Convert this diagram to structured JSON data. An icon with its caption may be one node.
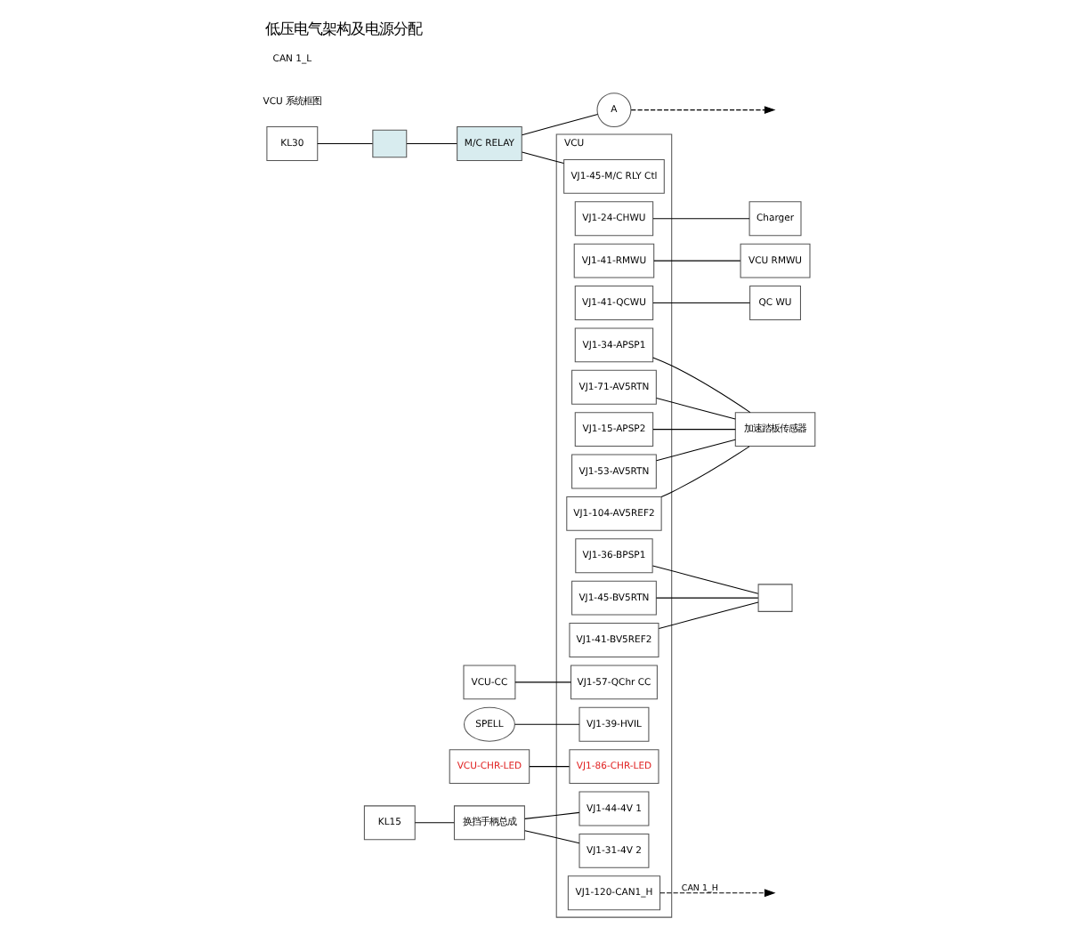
{
  "diagram": {
    "title": "低压电气架构及电源分配",
    "nodes": [
      {
        "text": [
          "KL30"
        ]
      },
      {
        "text": [
          "M/C RELAY"
        ]
      },
      {
        "text": [],
        "shape": "box"
      },
      {
        "text": [
          "A"
        ]
      },
      {
        "text": [
          "VCU"
        ]
      },
      {
        "text": [
          "VJ1-45-M/C RLY Ctl"
        ],
        "in": 4
      },
      {
        "text": [
          "VJ1-24-CHWU"
        ],
        "in": 4
      },
      {
        "text": [
          "VJ1-41-RMWU"
        ],
        "in": 4
      },
      {
        "text": [
          "VJ1-41-QCWU"
        ],
        "in": 4
      },
      {
        "text": [
          "VJ1-34-APSP1"
        ],
        "in": 4
      },
      {
        "text": [
          "VJ1-71-AV5RTN"
        ],
        "in": 4
      },
      {
        "text": [
          "VJ1-15-APSP2"
        ],
        "in": 4
      },
      {
        "text": [
          "VJ1-53-AV5RTN"
        ],
        "in": 4
      },
      {
        "text": [
          "VJ1-104-AV5REF2"
        ],
        "in": 4
      },
      {
        "text": [
          "VJ1-36-BPSP1"
        ],
        "in": 4
      },
      {
        "text": [
          "VJ1-45-BV5RTN"
        ],
        "in": 4
      },
      {
        "text": [
          "VJ1-41-BV5REF2"
        ],
        "in": 4
      },
      {
        "text": [
          "VJ1-57-QChr CC"
        ],
        "in": 4
      },
      {
        "text": [
          "VJ1-39-HVIL"
        ],
        "in": 4
      },
      {
        "text": [
          "VJ1-86-CHR-LED"
        ],
        "in": 4
      },
      {
        "text": [
          "VJ1-44-4V 1"
        ],
        "in": 4
      },
      {
        "text": [
          "VJ1-31-4V 2"
        ],
        "in": 4
      },
      {
        "text": [
          "VJ1-120-CAN1_H"
        ],
        "in": 4
      },
      {
        "text": [
          "Charger"
        ]
      },
      {
        "text": [
          "VCU RMWU"
        ]
      },
      {
        "text": [
          "QC WU"
        ]
      },
      {
        "text": [
          "加速踏板传感器"
        ]
      },
      {
        "text": [],
        "shape": "box"
      },
      {
        "text": [
          "VCU-CC"
        ]
      },
      {
        "text": [
          "SPELL"
        ]
      },
      {
        "text": [
          "VCU-CHR-LED"
        ]
      },
      {
        "text": [
          "换挡手柄总成"
        ]
      },
      {
        "text": [
          "KL15"
        ]
      }
    ],
    "edges": [
      {
        "from": 0,
        "to": 2,
        "arrow": "none"
      },
      {
        "from": 2,
        "to": 1,
        "arrow": "none"
      },
      {
        "from": 1,
        "to": 5,
        "arrow": "none"
      },
      {
        "from": 1,
        "to": 3,
        "arrow": "none"
      },
      {
        "from": 3,
        "to": null,
        "arrow": "to",
        "style": "dashed"
      },
      {
        "from": 6,
        "to": 23,
        "arrow": "none"
      },
      {
        "from": 7,
        "to": 24,
        "arrow": "none"
      },
      {
        "from": 8,
        "to": 25,
        "arrow": "none"
      },
      {
        "from": 9,
        "to": 26,
        "arrow": "none"
      },
      {
        "from": 10,
        "to": 26,
        "arrow": "none"
      },
      {
        "from": 11,
        "to": 26,
        "arrow": "none"
      },
      {
        "from": 12,
        "to": 26,
        "arrow": "none"
      },
      {
        "from": 13,
        "to": 26,
        "arrow": "none"
      },
      {
        "from": 14,
        "to": 27,
        "arrow": "none"
      },
      {
        "from": 15,
        "to": 27,
        "arrow": "none"
      },
      {
        "from": 16,
        "to": 27,
        "arrow": "none"
      },
      {
        "from": 28,
        "to": 17,
        "arrow": "none"
      },
      {
        "from": 29,
        "to": 18,
        "arrow": "none"
      },
      {
        "from": 30,
        "to": 19,
        "arrow": "none",
        "color": "#000000"
      },
      {
        "from": 31,
        "to": 20,
        "arrow": "none"
      },
      {
        "from": 31,
        "to": 21,
        "arrow": "none"
      },
      {
        "from": 32,
        "to": 31,
        "arrow": "none"
      },
      {
        "from": 22,
        "to": null,
        "label": "CAN 1_H",
        "arrow": "to",
        "style": "dashed"
      }
    ],
    "labels": [
      "VCU 系统框图",
      "CAN 1_L"
    ]
  }
}
